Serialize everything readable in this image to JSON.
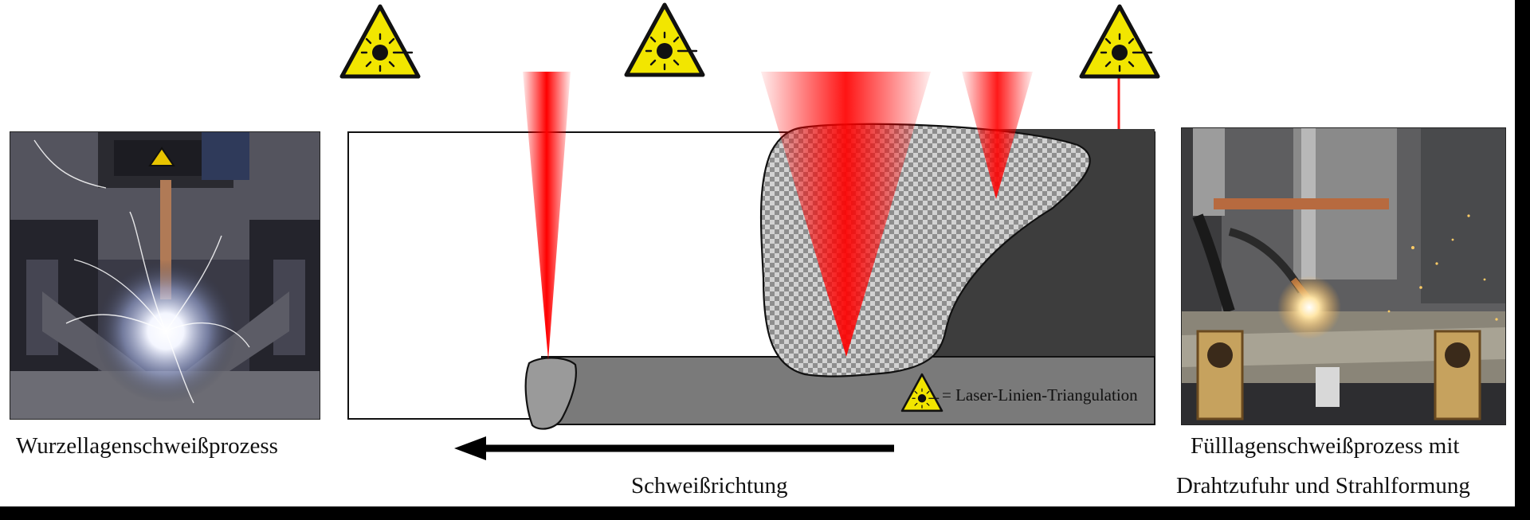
{
  "captions": {
    "left_process": "Wurzellagenschweißprozess",
    "direction": "Schweißrichtung",
    "right_process_line1": "Fülllagenschweißprozess mit",
    "right_process_line2": "Drahtzufuhr und Strahlformung"
  },
  "legend": {
    "text": "= Laser-Linien-Triangulation"
  },
  "colors": {
    "laser_red": "#ff0000",
    "warning_yellow": "#f2e600",
    "dark_plate": "#3d3d3d",
    "root_layer": "#7a7a7a",
    "root_bead": "#9a9a9a"
  }
}
